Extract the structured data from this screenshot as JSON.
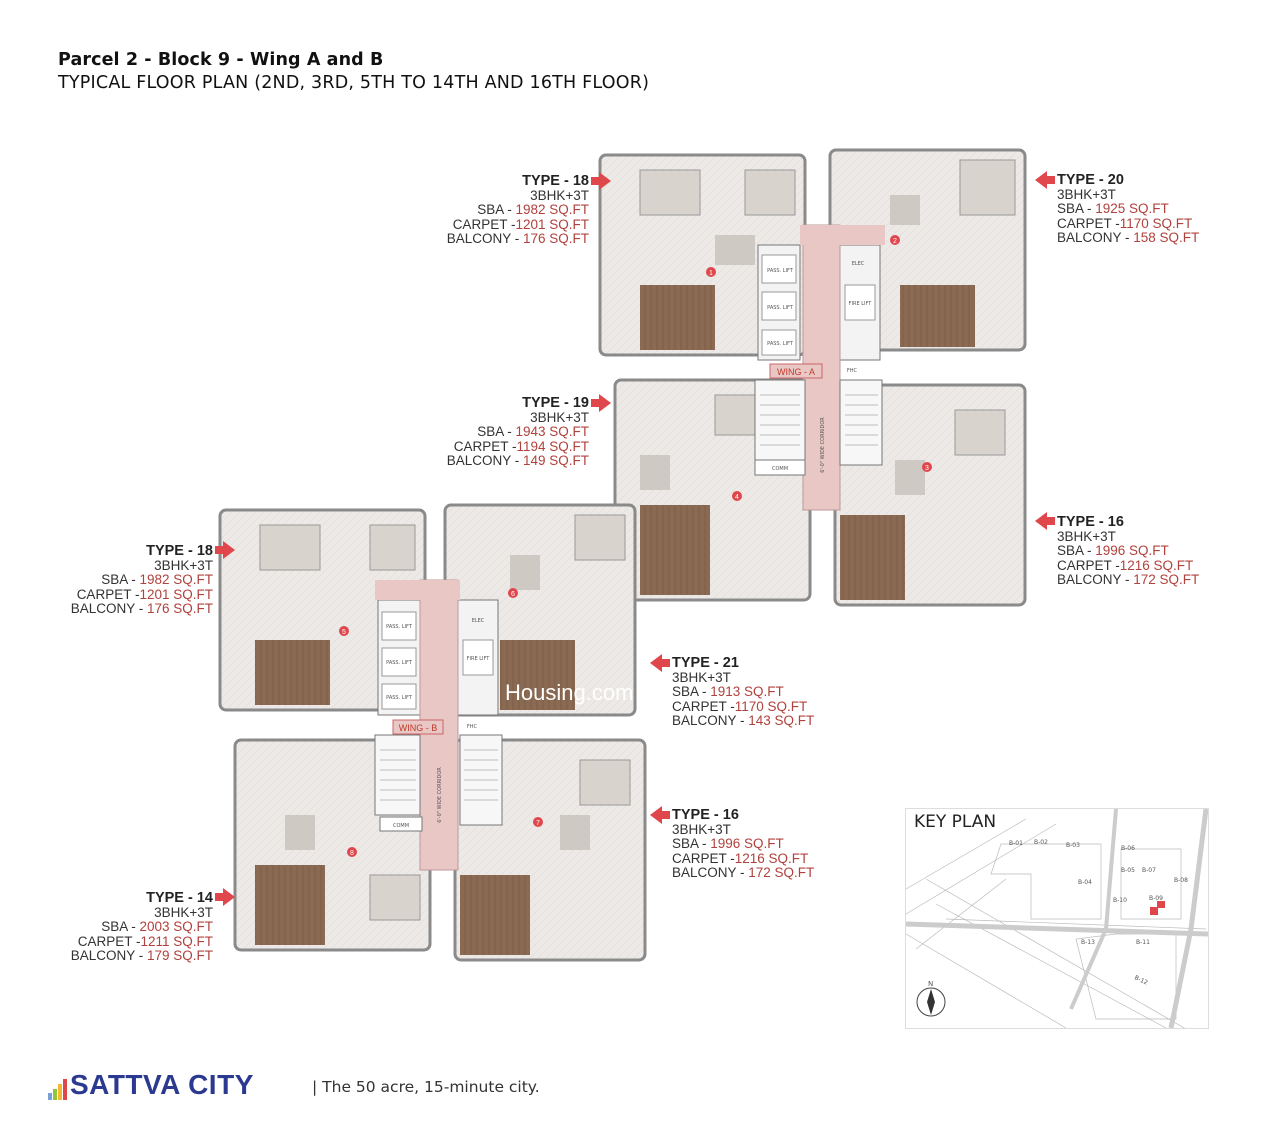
{
  "header": {
    "title": "Parcel 2 - Block 9 - Wing A and B",
    "subtitle": "TYPICAL FLOOR PLAN (2ND, 3RD, 5TH TO 14TH AND 16TH FLOOR)"
  },
  "unit_labels": [
    {
      "type": "TYPE - 18",
      "config": "3BHK+3T",
      "sba_label": "SBA - ",
      "sba": "1982 SQ.FT",
      "carpet_label": "CARPET -",
      "carpet": "1201 SQ.FT",
      "balcony_label": "BALCONY - ",
      "balcony": "176 SQ.FT"
    },
    {
      "type": "TYPE - 20",
      "config": "3BHK+3T",
      "sba_label": "SBA - ",
      "sba": "1925 SQ.FT",
      "carpet_label": "CARPET -",
      "carpet": "1170 SQ.FT",
      "balcony_label": "BALCONY - ",
      "balcony": "158 SQ.FT"
    },
    {
      "type": "TYPE - 19",
      "config": "3BHK+3T",
      "sba_label": "SBA - ",
      "sba": "1943 SQ.FT",
      "carpet_label": "CARPET -",
      "carpet": "1194 SQ.FT",
      "balcony_label": "BALCONY - ",
      "balcony": "149 SQ.FT"
    },
    {
      "type": "TYPE - 16",
      "config": "3BHK+3T",
      "sba_label": "SBA - ",
      "sba": "1996 SQ.FT",
      "carpet_label": "CARPET -",
      "carpet": "1216 SQ.FT",
      "balcony_label": "BALCONY - ",
      "balcony": "172 SQ.FT"
    },
    {
      "type": "TYPE - 18",
      "config": "3BHK+3T",
      "sba_label": "SBA - ",
      "sba": "1982 SQ.FT",
      "carpet_label": "CARPET -",
      "carpet": "1201 SQ.FT",
      "balcony_label": "BALCONY - ",
      "balcony": "176 SQ.FT"
    },
    {
      "type": "TYPE - 21",
      "config": "3BHK+3T",
      "sba_label": "SBA - ",
      "sba": "1913 SQ.FT",
      "carpet_label": "CARPET -",
      "carpet": "1170 SQ.FT",
      "balcony_label": "BALCONY - ",
      "balcony": "143 SQ.FT"
    },
    {
      "type": "TYPE - 16",
      "config": "3BHK+3T",
      "sba_label": "SBA - ",
      "sba": "1996 SQ.FT",
      "carpet_label": "CARPET -",
      "carpet": "1216 SQ.FT",
      "balcony_label": "BALCONY - ",
      "balcony": "172 SQ.FT"
    },
    {
      "type": "TYPE - 14",
      "config": "3BHK+3T",
      "sba_label": "SBA - ",
      "sba": "2003 SQ.FT",
      "carpet_label": "CARPET -",
      "carpet": "1211 SQ.FT",
      "balcony_label": "BALCONY - ",
      "balcony": "179 SQ.FT"
    }
  ],
  "plan": {
    "wing_a": "WING - A",
    "wing_b": "WING - B",
    "unit_numbers": [
      "1",
      "2",
      "3",
      "4",
      "5",
      "6",
      "7",
      "8"
    ],
    "pass_lift": "PASS. LIFT",
    "fire_lift": "FIRE LIFT",
    "elec": "ELEC",
    "comm": "COMM",
    "fhc": "FHC",
    "corridor": "6'-0\" WIDE CORRIDOR",
    "watermark": "Housing.com",
    "colors": {
      "accent": "#e0474c",
      "value_text": "#b0413c",
      "corridor": "#e9c7c5",
      "unit_wall": "#8a8a8a",
      "brand": "#2b3990"
    }
  },
  "key_plan": {
    "title": "KEY PLAN",
    "north": "N",
    "blocks": [
      "B-01",
      "B-02",
      "B-03",
      "B-04",
      "B-05",
      "B-06",
      "B-07",
      "B-08",
      "B-09",
      "B-10",
      "B-11",
      "B-12",
      "B-13"
    ]
  },
  "footer": {
    "brand": "SATTVA CITY",
    "tagline": "|  The 50 acre, 15-minute city."
  }
}
